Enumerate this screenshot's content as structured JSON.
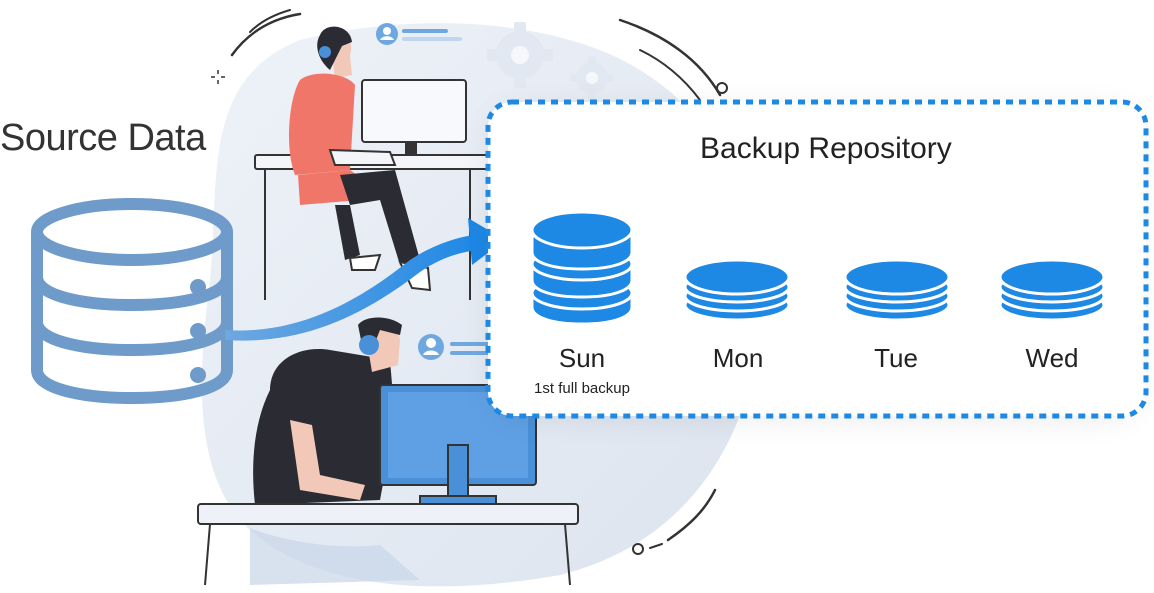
{
  "source": {
    "title": "Source Data",
    "icon": "database-icon"
  },
  "repository": {
    "title": "Backup Repository",
    "border_color": "#1E88E5",
    "items": [
      {
        "day": "Sun",
        "note": "1st full backup",
        "kind": "full",
        "icon": "full-backup-database-icon"
      },
      {
        "day": "Mon",
        "note": "",
        "kind": "incremental",
        "icon": "incremental-backup-stack-icon"
      },
      {
        "day": "Tue",
        "note": "",
        "kind": "incremental",
        "icon": "incremental-backup-stack-icon"
      },
      {
        "day": "Wed",
        "note": "",
        "kind": "incremental",
        "icon": "incremental-backup-stack-icon"
      }
    ]
  },
  "colors": {
    "accent_blue": "#1E88E5",
    "source_db": "#6E9BC9",
    "text": "#222222",
    "illustration_bg": "#E9EEF6",
    "figure_coral": "#F0766A",
    "figure_dark": "#2B2B33"
  }
}
